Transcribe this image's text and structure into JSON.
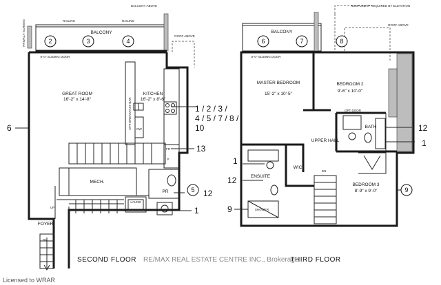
{
  "second_floor": {
    "title": "SECOND FLOOR",
    "balcony_label": "BALCONY",
    "balcony_above": "BALCONY ABOVE",
    "railing_left": "RAILING",
    "railing_right": "RAILING",
    "privacy_screen": "PRIVACY SCREEN",
    "sliding_door": "8'-0\" SLIDING DOOR",
    "roof_above": "ROOF ABOVE",
    "great_room": {
      "name": "GREAT ROOM",
      "size": "16'-2\" x 14'-8\""
    },
    "kitchen": {
      "name": "KITCHEN",
      "size": "16'-2\" x 8'-6\""
    },
    "breakfast_bar": "OPT BREAKFAST BAR",
    "dw": "DW",
    "mech": "MECH.",
    "pr": "PR",
    "laund": "LAUND",
    "foyer": "FOYER",
    "up": "UP",
    "dn": "DN",
    "fr": "FR",
    "p": "P",
    "circles": [
      "2",
      "3",
      "4",
      "5"
    ],
    "callouts": {
      "left": "6",
      "kitchen": "1 / 2 / 3 /\n4 / 5 / 7 / 8 /\n10",
      "fr": "13",
      "pr": "12",
      "bottom": "1"
    }
  },
  "third_floor": {
    "title": "THIRD FLOOR",
    "balcony_label": "BALCONY",
    "roofline": "ROOFLINE IF REQUIRED BY ELEVATION",
    "roof_above": "ROOF ABOVE",
    "sliding_door": "8'-0\" SLIDING DOOR",
    "master": {
      "name": "MASTER BEDROOM",
      "size": "15'-2\" x 10'-5\""
    },
    "bedroom2": {
      "name": "BEDROOM 2",
      "size": "9'-6\" x 10'-0\""
    },
    "bedroom3": {
      "name": "BEDROOM 3",
      "size": "8'-9\" x 9'-0\""
    },
    "opt_door": "OPT DOOR",
    "bath": "BATH",
    "upper_hall": "UPPER HALL",
    "wic": "WIC",
    "ensuite": "ENSUITE",
    "shower": "SHOWER",
    "dn": "DN",
    "circles": [
      "6",
      "7",
      "8",
      "9"
    ],
    "callouts": {
      "bath": "12",
      "right": "1",
      "ensuite_top": "1",
      "ensuite": "12",
      "shower": "9"
    }
  },
  "watermark": "RE/MAX REAL ESTATE CENTRE INC., Brokerage",
  "license": "Licensed to WRAR"
}
